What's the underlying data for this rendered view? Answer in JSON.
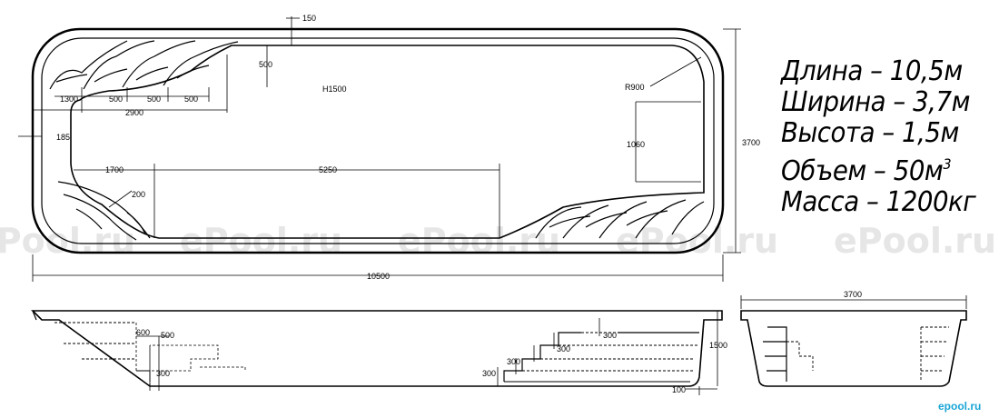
{
  "specs": {
    "length": "Длина – 10,5м",
    "width": "Ширина – 3,7м",
    "height": "Высота – 1,5м",
    "volume": "Объем – 50м",
    "volume_sup": "3",
    "mass": "Масса – 1200кг"
  },
  "dims": {
    "d150": "150",
    "d500_top": "500",
    "h1500": "H1500",
    "r900": "R900",
    "d1300": "1300",
    "d500_a": "500",
    "d500_b": "500",
    "d500_c": "500",
    "d2900": "2900",
    "d185": "185",
    "d1060": "1060",
    "d3700_side": "3700",
    "d1700": "1700",
    "d5250": "5250",
    "d200": "200",
    "d10500": "10500",
    "d600": "600",
    "d500_sec": "500",
    "d300_left": "300",
    "d300_r1": "300",
    "d300_r2": "300",
    "d300_r3": "300",
    "d300_r4": "300",
    "d1500": "1500",
    "d100": "100",
    "d3700_end": "3700"
  },
  "watermark": "ePool.ru",
  "logo": "epool.ru"
}
